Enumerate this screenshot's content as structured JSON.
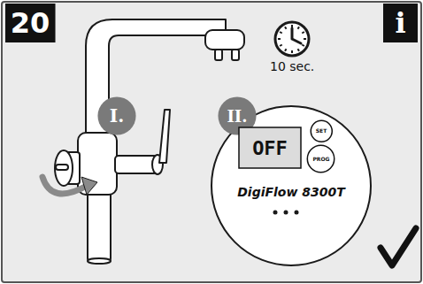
{
  "diagram": {
    "nodes": [
      {
        "text": [
          "20"
        ]
      },
      {
        "text": [
          "i"
        ]
      },
      {
        "text": [
          "I."
        ]
      },
      {
        "text": [
          "II."
        ]
      },
      {
        "text": [
          "DigiFlow 8300T"
        ]
      },
      {
        "text": [
          "OFF"
        ],
        "in": 4
      },
      {
        "text": [
          "SET"
        ],
        "in": 4
      },
      {
        "text": [
          "PROG"
        ],
        "in": 4
      }
    ],
    "labels": [
      "10 sec."
    ]
  }
}
